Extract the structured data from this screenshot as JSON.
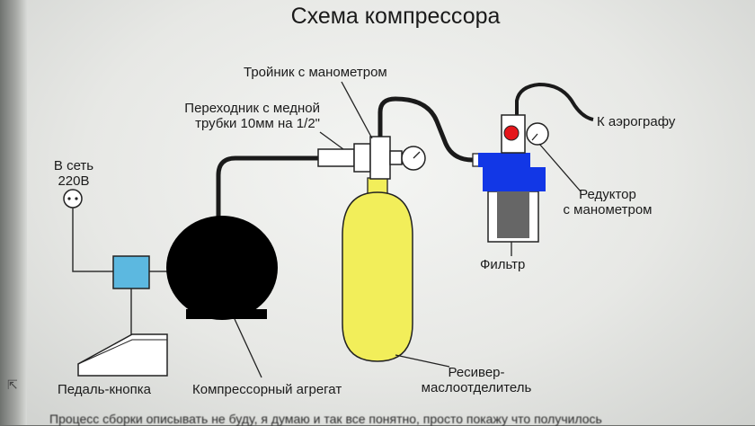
{
  "title": "Схема компрессора",
  "labels": {
    "power": "В сеть",
    "voltage": "220В",
    "pedal": "Педаль-кнопка",
    "compressor": "Компрессорный агрегат",
    "receiver_line1": "Ресивер-",
    "receiver_line2": "маслоотделитель",
    "tee": "Тройник с манометром",
    "adapter_line1": "Переходник с медной",
    "adapter_line2": "трубки 10мм на 1/2\"",
    "airbrush": "К аэрографу",
    "regulator_line1": "Редуктор",
    "regulator_line2": "с манометром",
    "filter": "Фильтр"
  },
  "bottom_text": "Процесс сборки описывать не буду, я думаю и так все понятно, просто покажу что получилось",
  "colors": {
    "receiver": "#f2ee5a",
    "switch": "#5cb8e0",
    "filter_head": "#1237e6",
    "regulator_knob": "#e5161b",
    "compressor": "#000000"
  }
}
